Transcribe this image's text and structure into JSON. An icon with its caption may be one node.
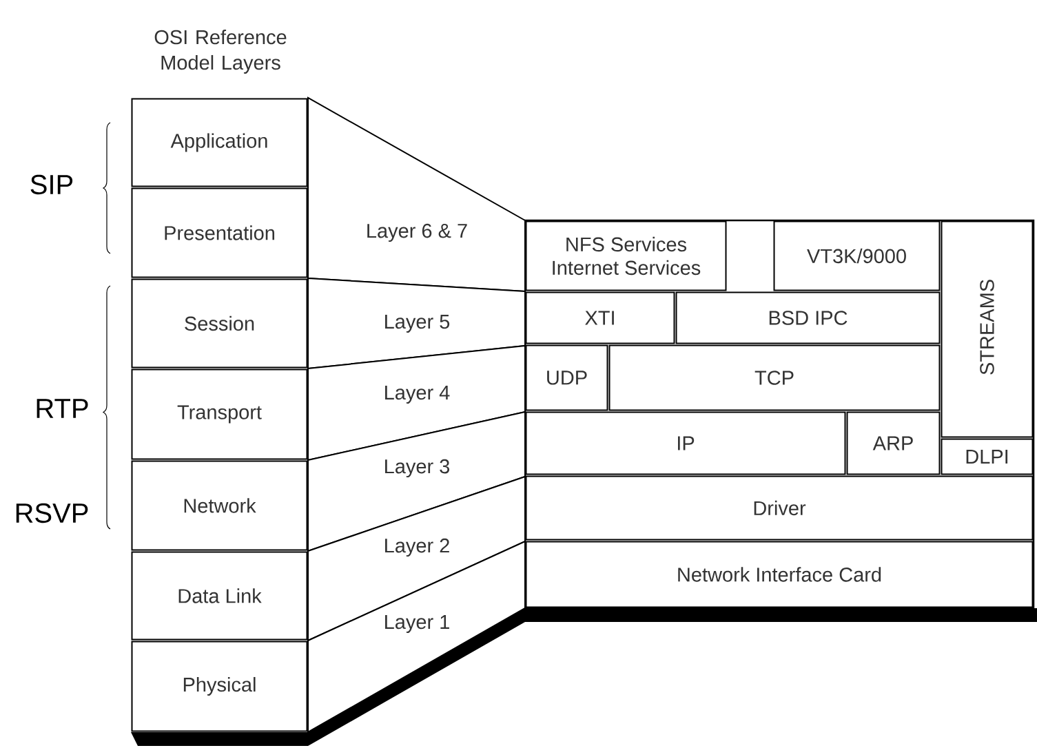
{
  "diagram": {
    "title": "OSI Reference Model Layers",
    "nodes": [
      {
        "text": [
          "Application"
        ]
      },
      {
        "text": [
          "Presentation"
        ]
      },
      {
        "text": [
          "Session"
        ]
      },
      {
        "text": [
          "Transport"
        ]
      },
      {
        "text": [
          "Network"
        ]
      },
      {
        "text": [
          "Data Link"
        ]
      },
      {
        "text": [
          "Physical"
        ]
      },
      {
        "text": [
          "Layer 6 & 7"
        ]
      },
      {
        "text": [
          "Layer 5"
        ]
      },
      {
        "text": [
          "Layer 4"
        ]
      },
      {
        "text": [
          "Layer 3"
        ]
      },
      {
        "text": [
          "Layer 2"
        ]
      },
      {
        "text": [
          "Layer 1"
        ]
      },
      {
        "text": [
          "NFS Services",
          "Internet Services"
        ]
      },
      {
        "text": [
          "VT3K/9000"
        ]
      },
      {
        "text": [
          "STREAMS"
        ]
      },
      {
        "text": [
          "XTI"
        ]
      },
      {
        "text": [
          "BSD IPC"
        ]
      },
      {
        "text": [
          "UDP"
        ]
      },
      {
        "text": [
          "TCP"
        ]
      },
      {
        "text": [
          "IP"
        ]
      },
      {
        "text": [
          "ARP"
        ]
      },
      {
        "text": [
          "DLPI"
        ]
      },
      {
        "text": [
          "Driver"
        ]
      },
      {
        "text": [
          "Network Interface Card"
        ]
      }
    ],
    "labels": [
      "SIP",
      "RTP",
      "RSVP"
    ]
  }
}
